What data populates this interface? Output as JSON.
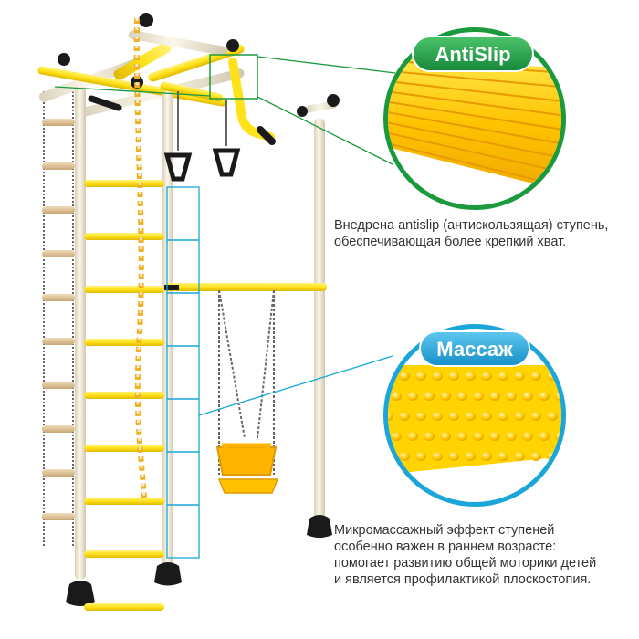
{
  "colors": {
    "antislip_accent": "#1a9a3c",
    "massage_accent": "#1aa6d9",
    "frame_cream": "#f3ecd9",
    "rung_yellow": "#ffe21a",
    "callout_yellow": "#ffd400"
  },
  "antislip": {
    "badge": "AntiSlip",
    "caption_lines": [
      "Внедрена antislip (антискользящая) ступень,",
      "обеспечивающая более крепкий хват."
    ]
  },
  "massage": {
    "badge": "Массаж",
    "caption_lines": [
      "Микромассажный эффект ступеней",
      "особенно важен в раннем возрасте:",
      "помогает развитию общей моторики детей",
      "и является профилактикой плоскостопия."
    ]
  },
  "icons": {
    "product": "wall-bars-playset-icon",
    "antislip_zoom": "antislip-rung-closeup-icon",
    "massage_zoom": "massage-rung-closeup-icon"
  }
}
